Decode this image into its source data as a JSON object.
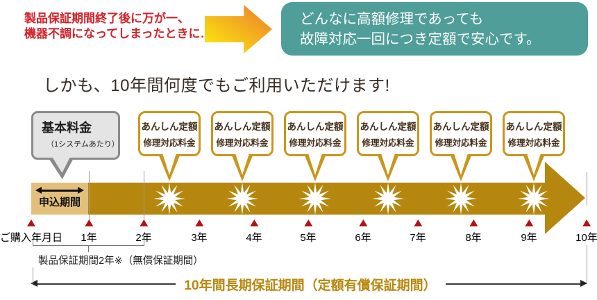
{
  "problem": {
    "line1": "製品保証期間終了後に万が一、",
    "line2": "機器不調になってしまったときに…"
  },
  "solution": {
    "line1": "どんなに高額修理であっても",
    "line2": "故障対応一回につき定額で安心です。"
  },
  "headline": "しかも、10年間何度でもご利用いただけます!",
  "base_fee": {
    "title": "基本料金",
    "subtitle": "（1システムあたり）"
  },
  "application_period": "申込期間",
  "callouts": [
    {
      "line1": "あんしん定額",
      "line2": "修理対応料金"
    },
    {
      "line1": "あんしん定額",
      "line2": "修理対応料金"
    },
    {
      "line1": "あんしん定額",
      "line2": "修理対応料金"
    },
    {
      "line1": "あんしん定額",
      "line2": "修理対応料金"
    },
    {
      "line1": "あんしん定額",
      "line2": "修理対応料金"
    },
    {
      "line1": "あんしん定額",
      "line2": "修理対応料金"
    }
  ],
  "timeline": {
    "ticks": [
      "ご購入年月日",
      "1年",
      "2年",
      "3年",
      "4年",
      "5年",
      "6年",
      "7年",
      "8年",
      "9年",
      "10年"
    ]
  },
  "notes": {
    "free_warranty": "製品保証期間2年※（無償保証期間）",
    "paid_warranty": "10年間長期保証期間（定額有償保証期間）"
  },
  "colors": {
    "accent_gold": "#b5870e",
    "tan": "#e2c07c",
    "teal": "#4f9e99",
    "red_text": "#d2232a",
    "marker_red": "#b01217",
    "callout_border": "#c9961c",
    "callout_text": "#44301a",
    "gold_text": "#b8870e",
    "gradient_from": "#fadd12",
    "gradient_to": "#ee8d28"
  }
}
